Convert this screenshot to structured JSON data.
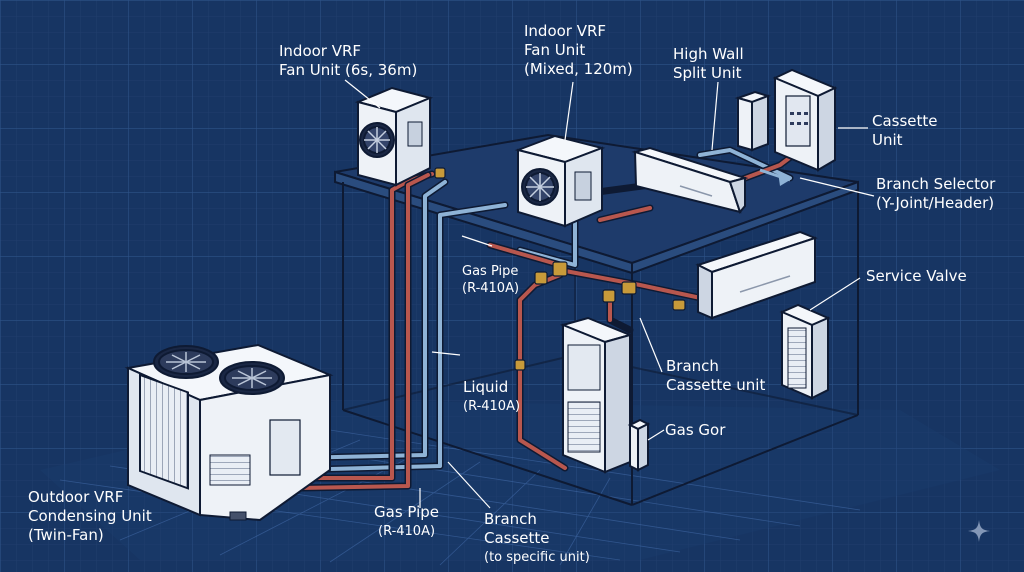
{
  "colors": {
    "background": "#173563",
    "grid": "#2a4c7e",
    "outline": "#0e1a33",
    "unit_fill": "#eef2f7",
    "gas_pipe": "#b8574e",
    "liquid_pipe": "#8fb3d6",
    "brass": "#c79a3a",
    "label": "#ffffff"
  },
  "labels": {
    "indoor_vrf_1": [
      "Indoor VRF",
      "Fan Unit (6s, 36m)"
    ],
    "indoor_vrf_2": [
      "Indoor VRF",
      "Fan Unit",
      "(Mixed, 120m)"
    ],
    "high_wall": [
      "High Wall",
      "Split Unit"
    ],
    "cassette_unit": [
      "Cassette",
      "Unit"
    ],
    "branch_selector": [
      "Branch Selector",
      "(Y-Joint/Header)"
    ],
    "service_valve": [
      "Service Valve"
    ],
    "gas_pipe_upper": [
      "Gas Pipe",
      "(R-410A)"
    ],
    "liquid": [
      "Liquid",
      "(R-410A)"
    ],
    "branch_cassette_unit": [
      "Branch",
      "Cassette unit"
    ],
    "gas_gor": [
      "Gas Gor"
    ],
    "outdoor_vrf": [
      "Outdoor VRF",
      "Condensing Unit",
      "(Twin-Fan)"
    ],
    "gas_pipe_lower": [
      "Gas Pipe",
      "(R-410A)"
    ],
    "branch_cassette_specific": [
      "Branch",
      "Cassette",
      "(to specific unit)"
    ]
  },
  "icons": {
    "corner": "sparkle-icon"
  }
}
